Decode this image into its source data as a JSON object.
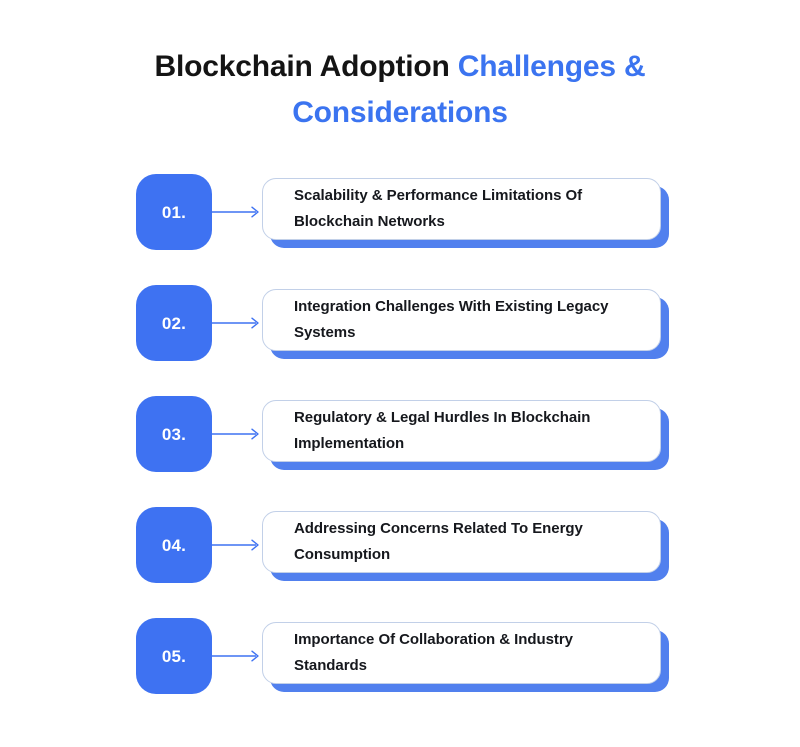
{
  "title": {
    "line1_plain": "Blockchain Adoption ",
    "line1_accent": "Challenges &",
    "line2_accent": "Considerations"
  },
  "colors": {
    "accent_blue": "#3B74F0",
    "badge_blue": "#3E72F2",
    "shadow_blue": "#5180EE",
    "card_border": "#C2D0E8",
    "card_bg": "#FFFFFF",
    "title_dark": "#141414",
    "card_text": "#16181D",
    "page_bg": "#FFFFFF"
  },
  "items": [
    {
      "number": "01.",
      "text": "Scalability & Performance Limitations Of Blockchain Networks",
      "arrow": "arrow-right-icon"
    },
    {
      "number": "02.",
      "text": "Integration Challenges With Existing Legacy Systems",
      "arrow": "arrow-right-icon"
    },
    {
      "number": "03.",
      "text": "Regulatory & Legal Hurdles In Blockchain Implementation",
      "arrow": "arrow-right-icon"
    },
    {
      "number": "04.",
      "text": "Addressing Concerns Related To Energy Consumption",
      "arrow": "arrow-right-icon"
    },
    {
      "number": "05.",
      "text": "Importance Of Collaboration & Industry Standards",
      "arrow": "arrow-right-icon"
    }
  ]
}
